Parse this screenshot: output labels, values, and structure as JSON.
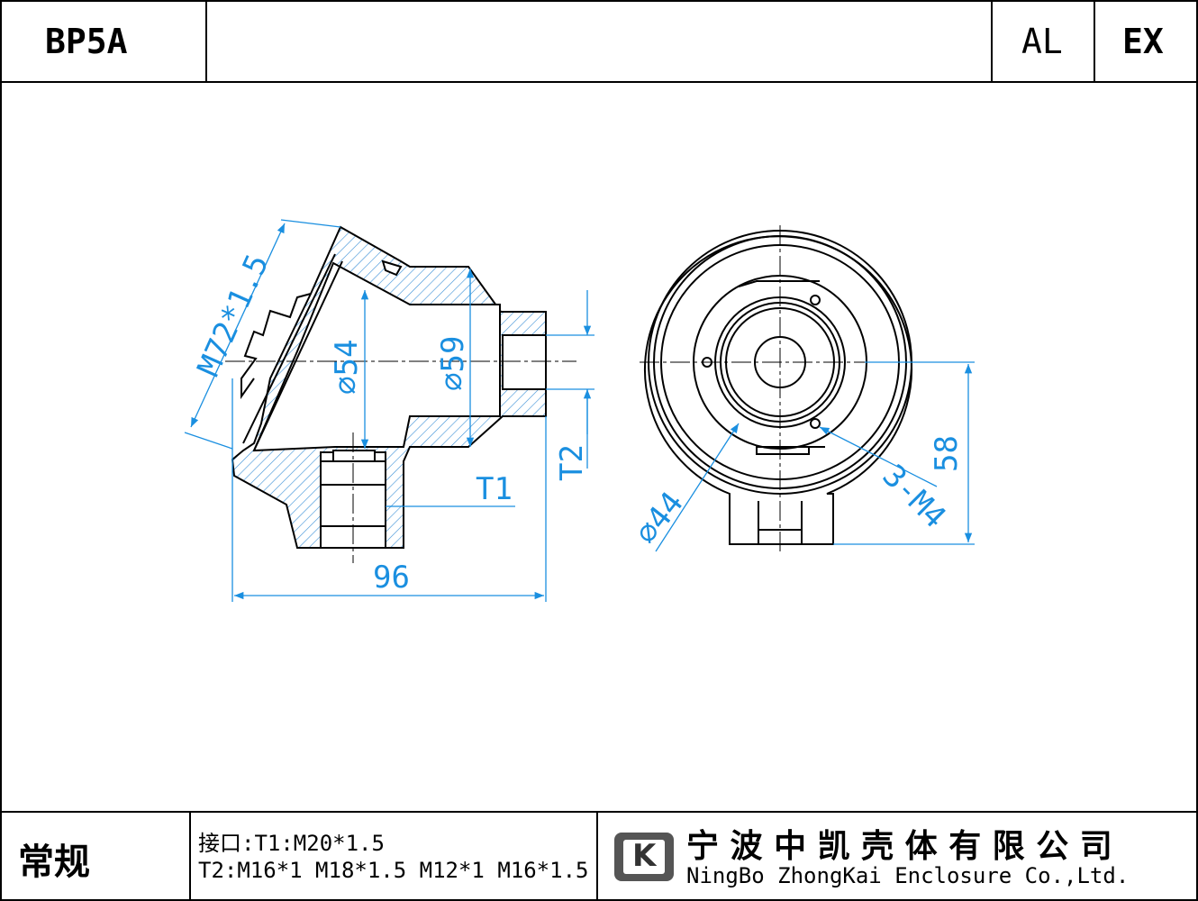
{
  "header": {
    "model": "BP5A",
    "material_codes": [
      "AL",
      "EX"
    ]
  },
  "drawing": {
    "dimensions": {
      "thread_main": "M72*1.5",
      "dia_54": "⌀54",
      "dia_59": "⌀59",
      "port_t1": "T1",
      "port_t2": "T2",
      "length_96": "96",
      "dia_44": "⌀44",
      "holes": "3-M4",
      "height_58": "58"
    },
    "colors": {
      "outline": "#000000",
      "dimension": "#1a8fe0",
      "hatch": "#3a8fd6",
      "centerline": "#000000"
    }
  },
  "footer": {
    "category": "常规",
    "spec_line1": "接口:T1:M20*1.5",
    "spec_line2": "T2:M16*1 M18*1.5 M12*1 M16*1.5",
    "company_cn": "宁 波 中 凯 壳 体 有 限 公 司",
    "company_en": "NingBo ZhongKai Enclosure Co.,Ltd.",
    "logo_letter": "K"
  }
}
